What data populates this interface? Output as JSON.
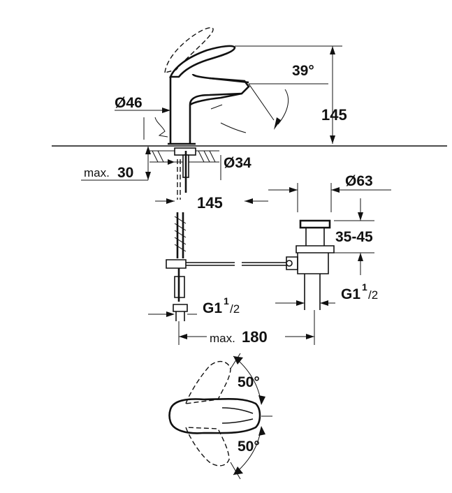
{
  "dimensions": {
    "spout_angle": "39°",
    "height": "145",
    "body_diameter": "Ø46",
    "hole_diameter": "Ø34",
    "max_thickness_prefix": "max.",
    "max_thickness_value": "30",
    "reach": "145",
    "popup_diameter": "Ø63",
    "popup_range": "35-45",
    "tap_thread_main": "G1",
    "tap_thread_frac": "1",
    "tap_thread_den": "/2",
    "drain_thread_main": "G1",
    "drain_thread_frac": "1",
    "drain_thread_den": "/2",
    "max_length_prefix": "max.",
    "max_length_value": "180",
    "rotation_upper": "50°",
    "rotation_lower": "50°"
  }
}
